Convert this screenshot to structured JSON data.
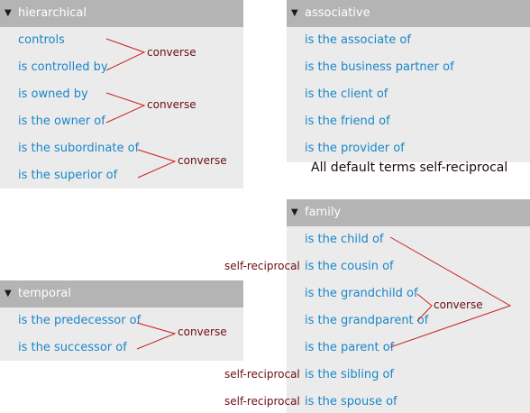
{
  "panels": {
    "hierarchical": {
      "title": "hierarchical",
      "terms": [
        "controls",
        "is controlled by",
        "is owned by",
        "is the owner of",
        "is the subordinate of",
        "is the superior of"
      ]
    },
    "associative": {
      "title": "associative",
      "terms": [
        "is the associate of",
        "is the business partner of",
        "is the client of",
        "is the friend of",
        "is the provider of"
      ],
      "note": "All default terms self-reciprocal"
    },
    "family": {
      "title": "family",
      "terms": [
        "is the child of",
        "is the cousin of",
        "is the grandchild of",
        "is the grandparent of",
        "is the parent of",
        "is the sibling of",
        "is the spouse of"
      ]
    },
    "temporal": {
      "title": "temporal",
      "terms": [
        "is the predecessor of",
        "is the successor of"
      ]
    }
  },
  "annotations": {
    "converse": "converse",
    "self_reciprocal": "self-reciprocal"
  },
  "colors": {
    "header_bg": "#b4b4b4",
    "panel_bg": "#ebebeb",
    "term_link": "#1a86c9",
    "connector": "#cc1f1f",
    "annotation": "#6b0d12"
  },
  "icons": {
    "collapse": "triangle-down-icon"
  },
  "markers": {
    "collapse_glyph": "▼"
  }
}
